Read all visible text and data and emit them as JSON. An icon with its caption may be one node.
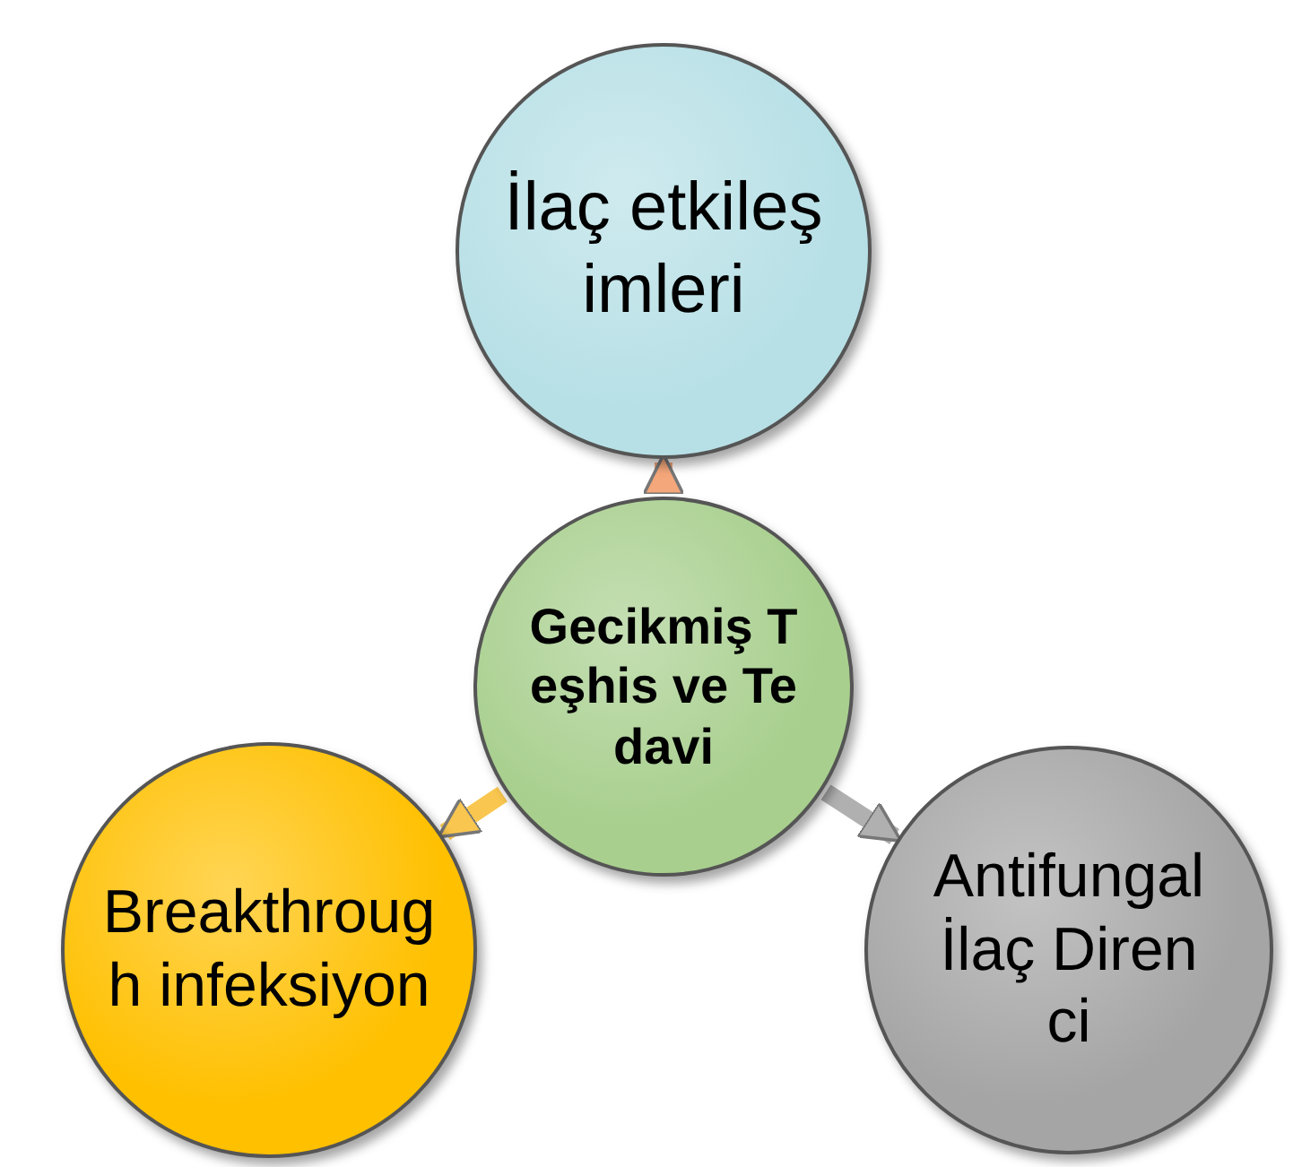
{
  "diagram": {
    "nodes": [
      {
        "text": [
          "İlaç etkileşimleri"
        ]
      },
      {
        "text": [
          "Gecikmiş Teşhis ve Tedavi"
        ]
      },
      {
        "text": [
          "Breakthrough infeksiyon"
        ]
      },
      {
        "text": [
          "Antifungal İlaç Direnci"
        ]
      }
    ],
    "edges": [
      {
        "from": 1,
        "to": 0,
        "arrow": "to",
        "color": "#f4a77a"
      },
      {
        "from": 1,
        "to": 2,
        "arrow": "to",
        "color": "#f9c74f"
      },
      {
        "from": 1,
        "to": 3,
        "arrow": "to",
        "color": "#b0b0b0"
      }
    ]
  }
}
